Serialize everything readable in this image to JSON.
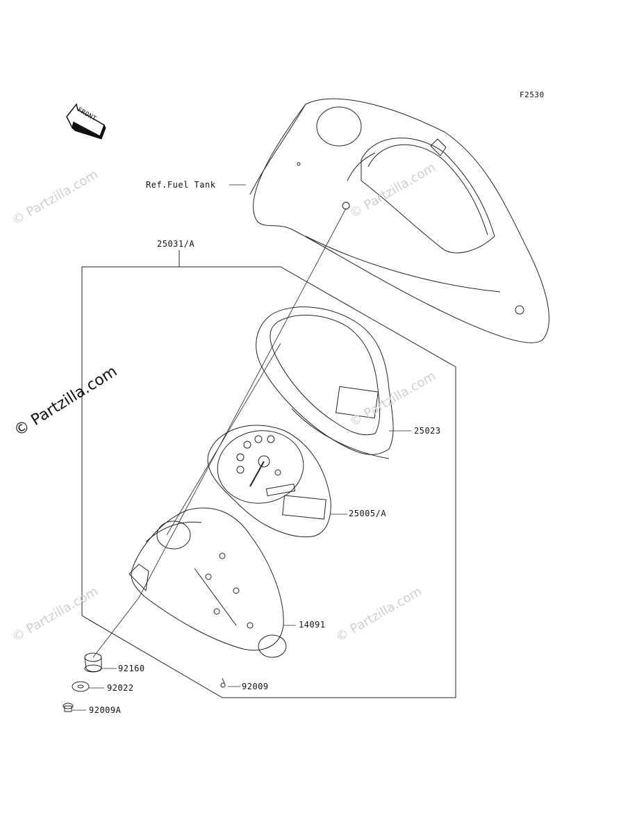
{
  "figure_code": "F2530",
  "front_arrow_label": "FRONT",
  "watermark_text": "© Partzilla.com",
  "callouts": {
    "ref_fuel_tank": "Ref.Fuel Tank",
    "assembly": "25031/A",
    "cover": "25023",
    "meter": "25005/A",
    "case": "14091",
    "grommet": "92160",
    "washer": "92022",
    "screw_small": "92009",
    "screw_a": "92009A"
  }
}
